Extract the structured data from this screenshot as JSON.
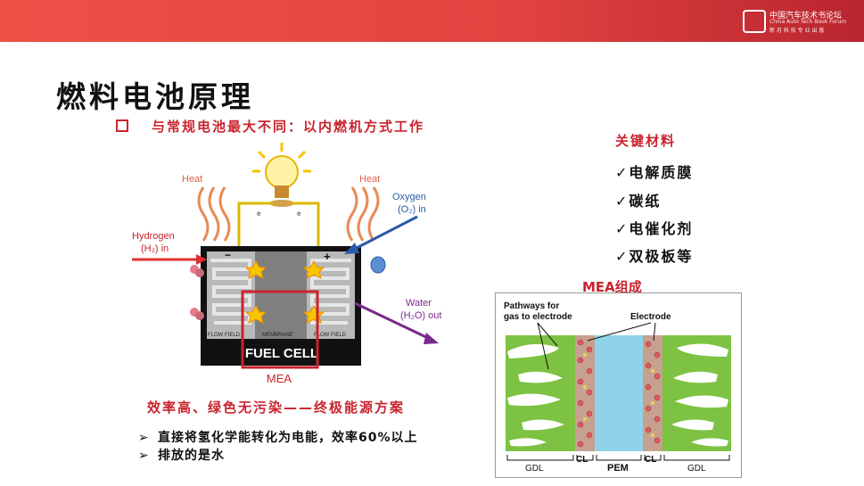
{
  "header": {
    "logo_line1": "中国汽车技术书论坛",
    "logo_line2": "China Auto Tech Book Forum",
    "logo_line3": "新 月 科 技  专 业 出 版"
  },
  "slide": {
    "title": "燃料电池原理",
    "subtitle": "与常规电池最大不同：以内燃机方式工作",
    "key_materials_title": "关键材料",
    "key_materials": [
      "✓电解质膜",
      "✓碳纸",
      "✓电催化剂",
      "✓双极板等"
    ],
    "mea_caption": "MEA组成",
    "advantage": "效率高、绿色无污染——终极能源方案",
    "points": [
      "直接将氢化学能转化为电能，效率60%以上",
      "排放的是水"
    ],
    "bullet_arrow": "➢"
  },
  "fuel_cell_diagram": {
    "heat_left": "Heat",
    "heat_right": "Heat",
    "hydrogen_1": "Hydrogen",
    "hydrogen_2": "(H₂) in",
    "oxygen_1": "Oxygen",
    "oxygen_2": "(O₂) in",
    "water_1": "Water",
    "water_2": "(H₂O) out",
    "flow_field_left": "FLOW FIELD",
    "membrane": "MEMBRANE",
    "flow_field_right": "FLOW FIELD",
    "fuel_cell": "FUEL CELL",
    "mea": "MEA",
    "minus": "−",
    "plus": "+",
    "e_left": "e",
    "e_right": "e"
  },
  "mea_diagram": {
    "pathways_1": "Pathways for",
    "pathways_2": "gas to electrode",
    "electrode": "Electrode",
    "gdl_left": "GDL",
    "cl_left": "CL",
    "pem": "PEM",
    "cl_right": "CL",
    "gdl_right": "GDL"
  },
  "colors": {
    "accent_red": "#c9232d",
    "header_red": "#e14340",
    "gdl_green": "#7dc242",
    "pem_blue": "#8fd3ea",
    "water_purple": "#7a2a8a",
    "oxygen_blue": "#2a5aa8"
  }
}
